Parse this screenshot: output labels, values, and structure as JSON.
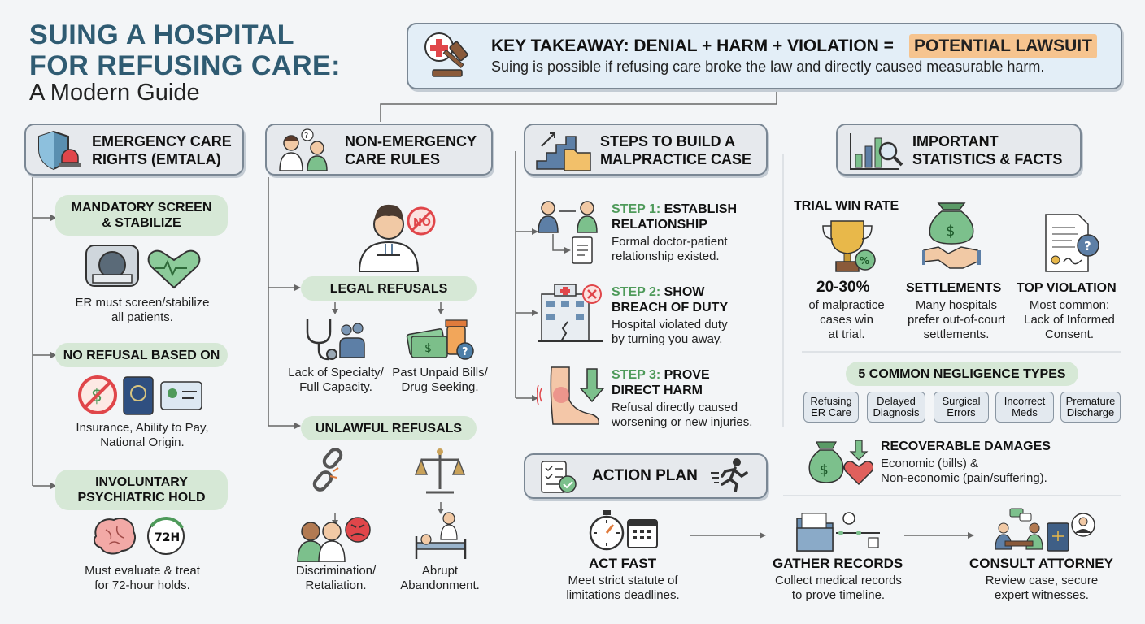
{
  "title": {
    "line1": "SUING A HOSPITAL",
    "line2": "FOR REFUSING CARE:",
    "subtitle": "A Modern Guide"
  },
  "takeaway": {
    "heading": "KEY TAKEAWAY: DENIAL + HARM + VIOLATION =",
    "highlight": "POTENTIAL LAWSUIT",
    "text": "Suing is possible if refusing care broke the law and directly caused measurable harm."
  },
  "emtala": {
    "header": [
      "EMERGENCY CARE",
      "RIGHTS (EMTALA)"
    ],
    "items": [
      {
        "pill": [
          "MANDATORY SCREEN",
          "& STABILIZE"
        ],
        "text": [
          "ER must screen/stabilize",
          "all patients."
        ]
      },
      {
        "pill": [
          "NO REFUSAL BASED ON"
        ],
        "text": [
          "Insurance, Ability to Pay,",
          "National Origin."
        ]
      },
      {
        "pill": [
          "INVOLUNTARY",
          "PSYCHIATRIC HOLD"
        ],
        "text": [
          "Must evaluate & treat",
          "for 72-hour holds."
        ],
        "badge": "72H"
      }
    ]
  },
  "nonemergency": {
    "header": [
      "NON-EMERGENCY",
      "CARE RULES"
    ],
    "legal": {
      "label": "LEGAL REFUSALS",
      "left": [
        "Lack of Specialty/",
        "Full Capacity."
      ],
      "right": [
        "Past Unpaid Bills/",
        "Drug Seeking."
      ]
    },
    "unlawful": {
      "label": "UNLAWFUL REFUSALS",
      "left": [
        "Discrimination/",
        "Retaliation."
      ],
      "right": [
        "Abrupt",
        "Abandonment."
      ]
    }
  },
  "steps": {
    "header": [
      "STEPS TO BUILD A",
      "MALPRACTICE CASE"
    ],
    "items": [
      {
        "num": "STEP 1:",
        "title1": "ESTABLISH",
        "title2": "RELATIONSHIP",
        "desc": [
          "Formal doctor-patient",
          "relationship existed."
        ]
      },
      {
        "num": "STEP 2:",
        "title1": "SHOW",
        "title2": "BREACH OF DUTY",
        "desc": [
          "Hospital violated duty",
          "by turning you away."
        ]
      },
      {
        "num": "STEP 3:",
        "title1": "PROVE",
        "title2": "DIRECT HARM",
        "desc": [
          "Refusal directly caused",
          "worsening or new injuries."
        ]
      }
    ]
  },
  "stats": {
    "header": [
      "IMPORTANT",
      "STATISTICS & FACTS"
    ],
    "trial_label": "TRIAL WIN RATE",
    "trial_value": "20-30%",
    "trial_desc": [
      "of malpractice",
      "cases win",
      "at trial."
    ],
    "settle_title": "SETTLEMENTS",
    "settle_desc": [
      "Many hospitals",
      "prefer out-of-court",
      "settlements."
    ],
    "violation_title": "TOP VIOLATION",
    "violation_desc": [
      "Most common:",
      "Lack of Informed",
      "Consent."
    ]
  },
  "negligence": {
    "title": "5 COMMON NEGLIGENCE TYPES",
    "types": [
      [
        "Refusing",
        "ER Care"
      ],
      [
        "Delayed",
        "Diagnosis"
      ],
      [
        "Surgical",
        "Errors"
      ],
      [
        "Incorrect",
        "Meds"
      ],
      [
        "Premature",
        "Discharge"
      ]
    ]
  },
  "damages": {
    "title": "RECOVERABLE DAMAGES",
    "desc": [
      "Economic (bills) &",
      "Non-economic (pain/suffering)."
    ]
  },
  "action": {
    "header": "ACTION PLAN",
    "items": [
      {
        "title": "ACT FAST",
        "desc": [
          "Meet strict statute of",
          "limitations deadlines."
        ]
      },
      {
        "title": "GATHER RECORDS",
        "desc": [
          "Collect medical records",
          "to prove timeline."
        ]
      },
      {
        "title": "CONSULT ATTORNEY",
        "desc": [
          "Review case, secure",
          "expert witnesses."
        ]
      }
    ]
  },
  "colors": {
    "title": "#2f5b72",
    "accent_green": "#4e9a5a",
    "pill_green": "#d6e8d6",
    "highlight": "#f6c48f",
    "header_bg": "#e6e9ed"
  }
}
